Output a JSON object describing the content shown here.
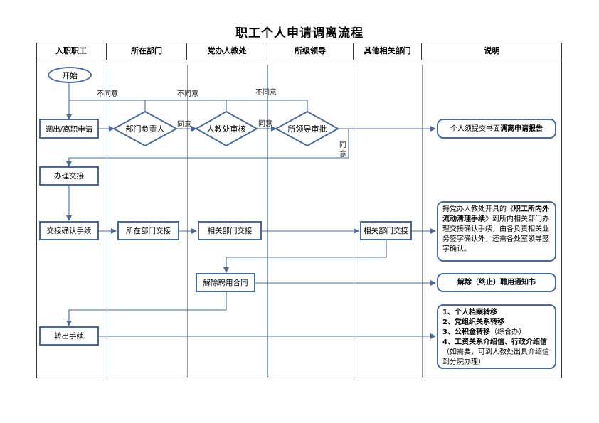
{
  "title": "职工个人申请调离流程",
  "headers": [
    "入职职工",
    "所在部门",
    "党办人教处",
    "所级领导",
    "其他相关部门",
    "说明"
  ],
  "nodes": {
    "start": "开始",
    "apply": "调出/离职申请",
    "dept_head": "部门负责人",
    "hr_review": "人教处审核",
    "leader_approve": "所领导审批",
    "handover": "办理交接",
    "confirm": "交接确认手续",
    "dept_handover": "所在部门交接",
    "related_handover": "相关部门交接",
    "other_handover": "相关部门交接",
    "terminate": "解除聘用合同",
    "transfer": "转出手续"
  },
  "labels": {
    "reject1": "不同意",
    "reject2": "不同意",
    "reject3": "不同意",
    "agree1": "同意",
    "agree2": "同意",
    "agree3a": "同",
    "agree3b": "意"
  },
  "notes": {
    "n1_prefix": "个人须提交书面",
    "n1_bold": "调离申请报告",
    "n2_prefix": "持党办人教处开具的《",
    "n2_bold": "职工所内外流动清理手续",
    "n2_suffix": "》到所内相关部门办理交接确认手续，由各负责相关业务签字确认外，还需各处室领导签字确认。",
    "n3": "解除（终止）聘用通知书",
    "n4_l1": "1、个人档案转移",
    "n4_l2": "2、党组织关系转移",
    "n4_l3b": "3、公积金转移",
    "n4_l3n": "（综合办）",
    "n4_l4b": "4、工资关系介绍信、行政介绍信",
    "n4_l4n": "（如需要，可到人教处出具介绍信到分院办理）"
  },
  "colors": {
    "line": "#4a6b9a",
    "text": "#000000"
  }
}
